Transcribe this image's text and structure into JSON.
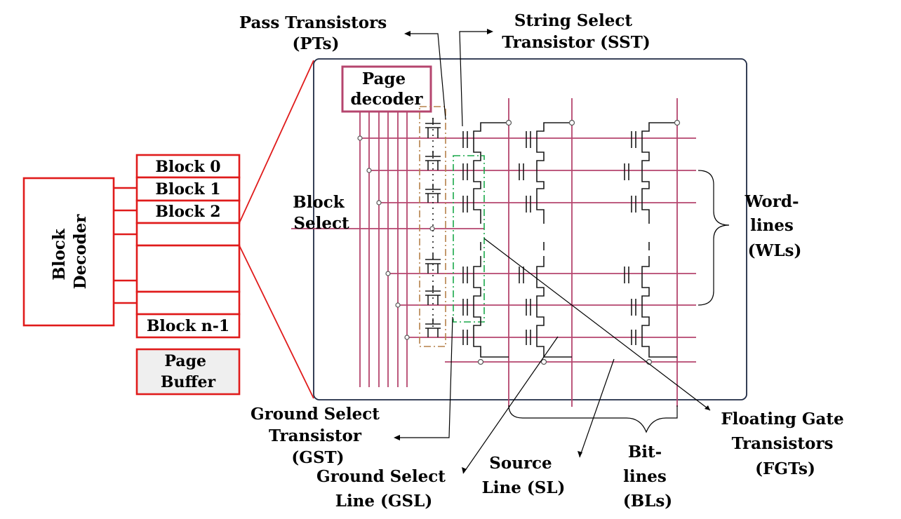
{
  "labels": {
    "pass_transistors": [
      "Pass Transistors",
      "(PTs)"
    ],
    "string_select": [
      "String Select",
      "Transistor (SST)"
    ],
    "page_decoder": [
      "Page",
      "decoder"
    ],
    "block_select": [
      "Block",
      "Select"
    ],
    "word_lines": [
      "Word-",
      "lines",
      "(WLs)"
    ],
    "block_decoder": [
      "Block",
      "Decoder"
    ],
    "blocks": [
      "Block 0",
      "Block 1",
      "Block 2",
      "",
      "",
      "",
      "Block n-1"
    ],
    "page_buffer": [
      "Page",
      "Buffer"
    ],
    "ground_select_transistor": [
      "Ground Select",
      "Transistor",
      "(GST)"
    ],
    "ground_select_line": [
      "Ground Select",
      "Line (GSL)"
    ],
    "source_line": [
      "Source",
      "Line (SL)"
    ],
    "bit_lines": [
      "Bit-",
      "lines",
      "(BLs)"
    ],
    "floating_gate": [
      "Floating Gate",
      "Transistors",
      "(FGTs)"
    ]
  },
  "colors": {
    "block_red": "#e01b1b",
    "line_magenta": "#b5456e",
    "pt_outline": "#b5814a",
    "fgt_outline": "#1aa84a",
    "panel_border": "#1f2a44"
  }
}
